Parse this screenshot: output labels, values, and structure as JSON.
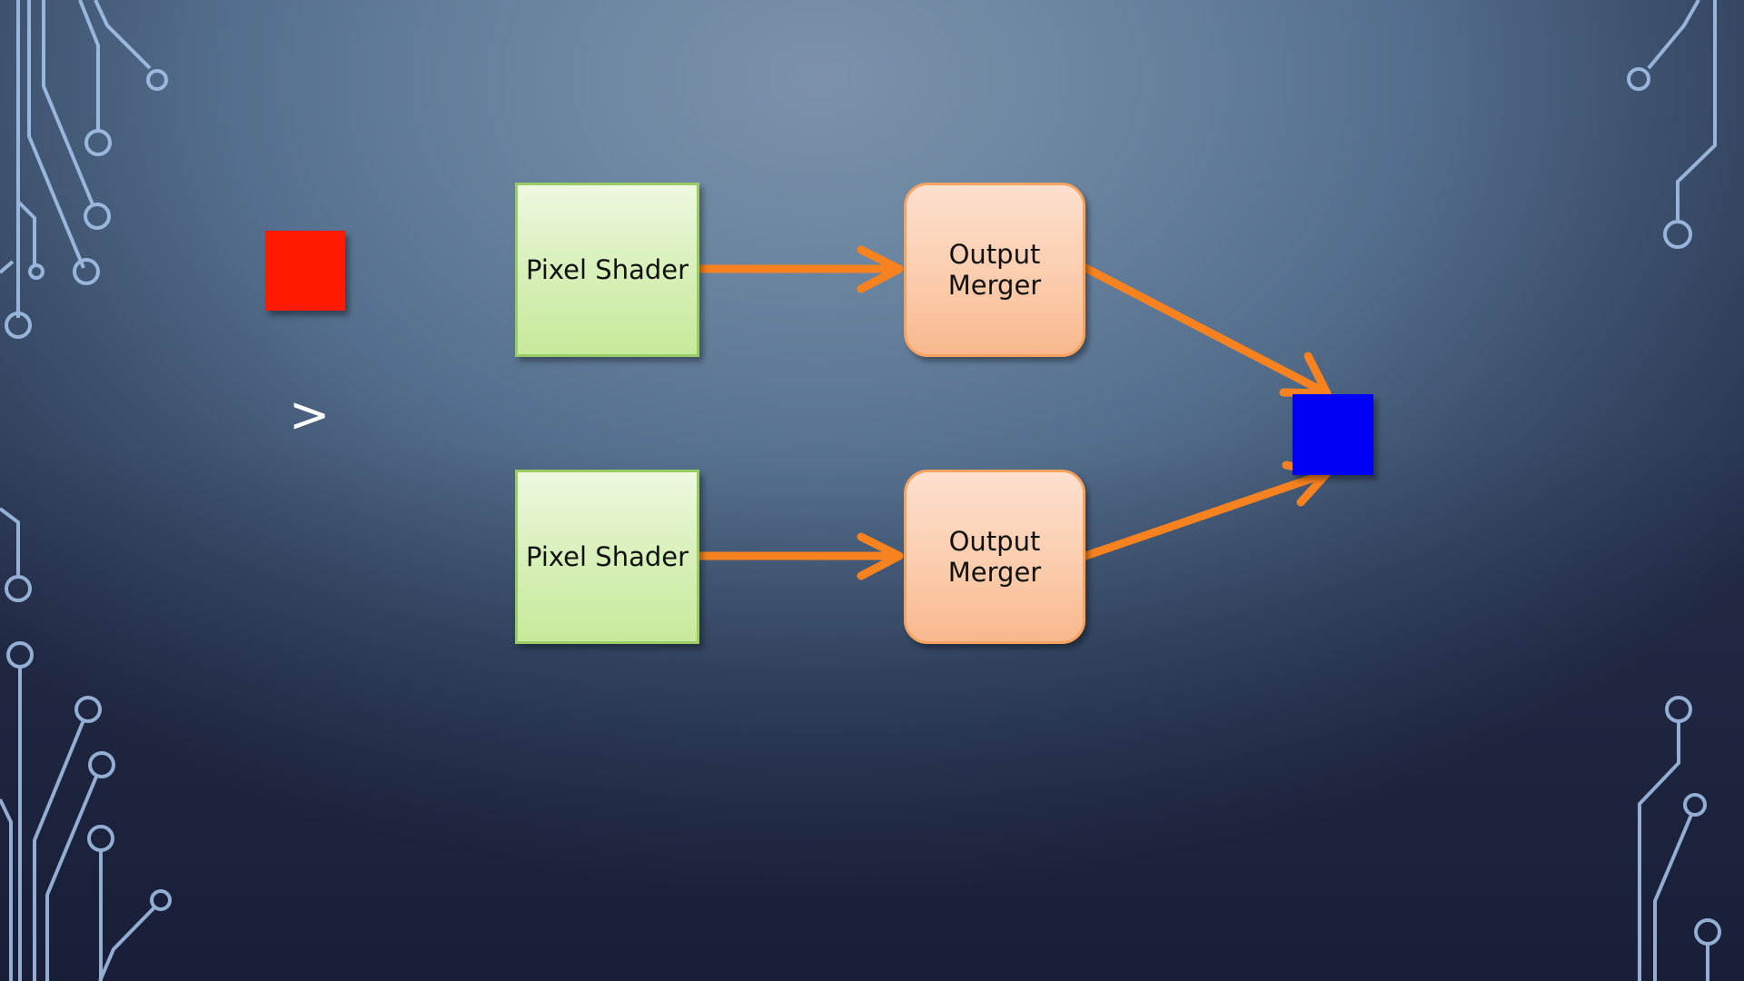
{
  "colors": {
    "source_square": "#ff1a00",
    "result_square": "#0000f5",
    "arrow": "#f7821f",
    "decor_lines": "#a9c7ee"
  },
  "comparison_symbol": ">",
  "top_row": {
    "pixel_shader_label": "Pixel Shader",
    "output_merger_label": "Output\nMerger"
  },
  "bottom_row": {
    "pixel_shader_label": "Pixel Shader",
    "output_merger_label": "Output\nMerger"
  }
}
